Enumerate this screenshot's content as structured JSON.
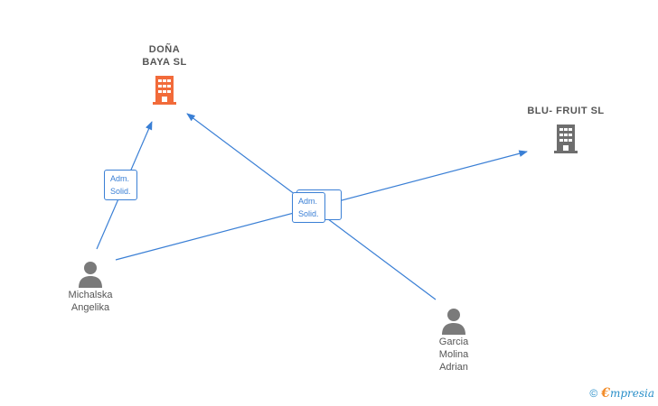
{
  "colors": {
    "edge": "#3a7fd5",
    "highlight_company": "#f26b3a",
    "company": "#6e6e6e",
    "person": "#7a7a7a"
  },
  "nodes": {
    "dona_baya": {
      "line1": "DOÑA",
      "line2": "BAYA  SL",
      "icon": "building-icon"
    },
    "blu_fruit": {
      "line1": "BLU- FRUIT  SL",
      "icon": "building-icon"
    },
    "michalska": {
      "line1": "Michalska",
      "line2": "Angelika",
      "icon": "person-icon"
    },
    "garcia": {
      "line1": "Garcia",
      "line2": "Molina",
      "line3": "Adrian",
      "icon": "person-icon"
    }
  },
  "edge_labels": {
    "left": {
      "line1": "Adm.",
      "line2": "Solid."
    },
    "center": {
      "line1": "Adm.",
      "line2": "Solid."
    }
  },
  "footer": {
    "copyright": "©",
    "brand_first": "€",
    "brand_rest": "mpresia"
  }
}
